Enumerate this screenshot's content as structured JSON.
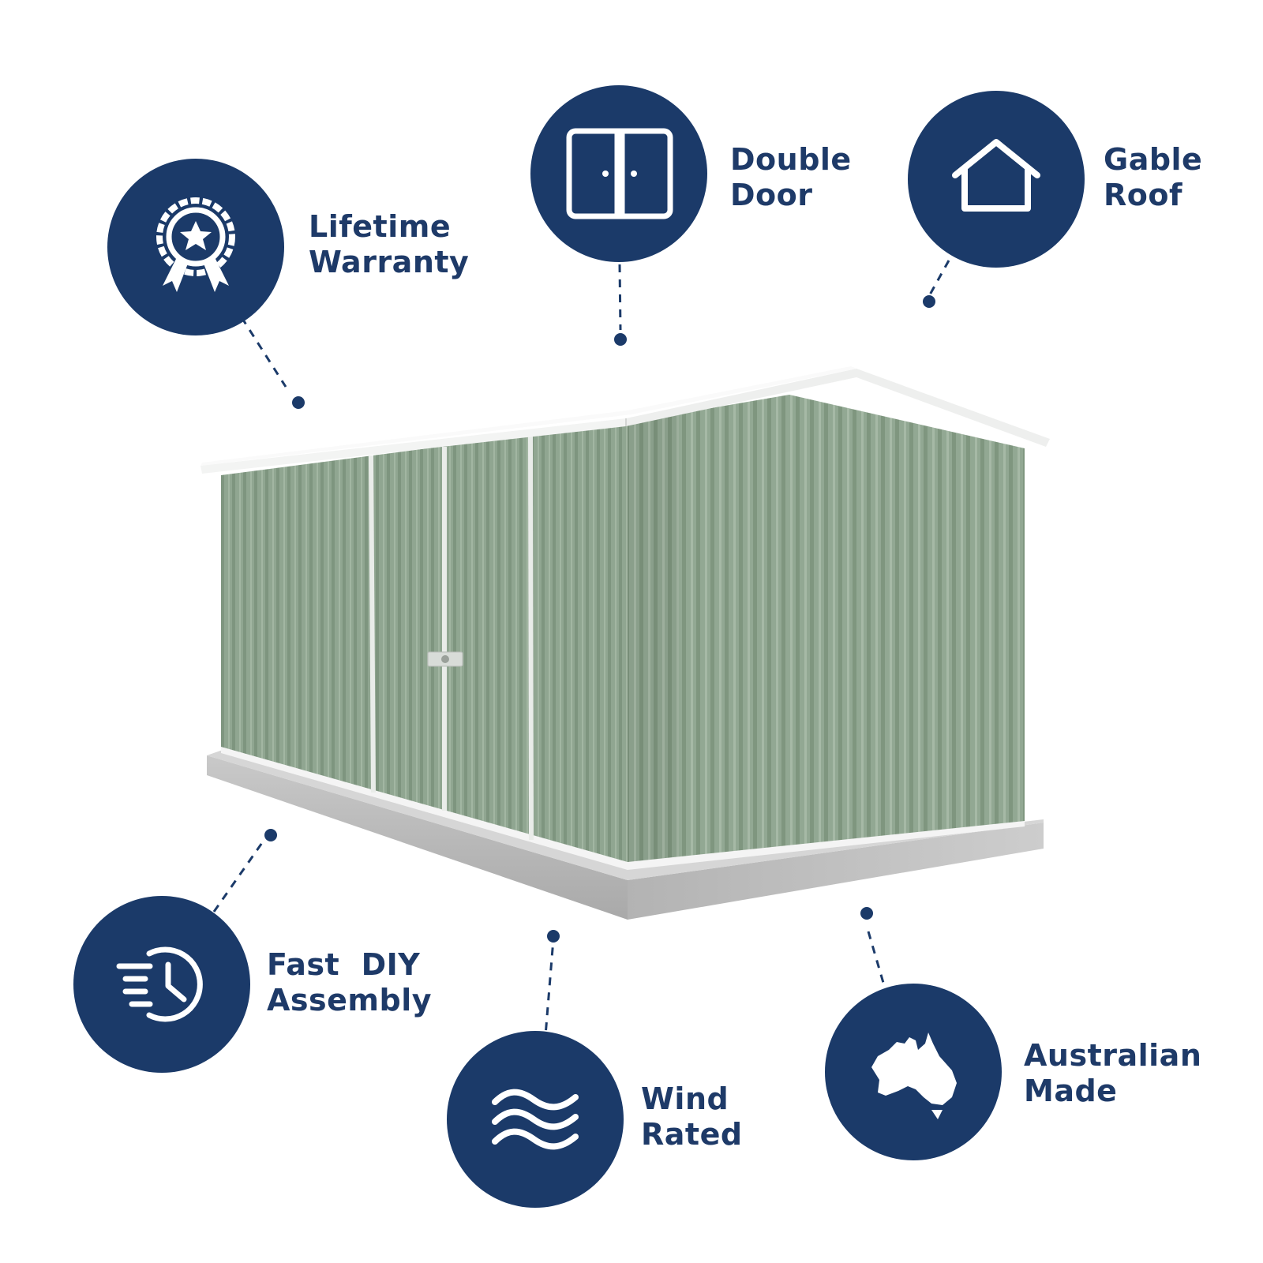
{
  "colors": {
    "badge": "#1b3a69",
    "badge_text": "#1e3a68",
    "icon": "#ffffff",
    "shed_green": "#8fa58f",
    "roof_white": "#f1f2f1",
    "concrete": "#bfbfbf"
  },
  "product": {
    "image": "green-metal-garden-shed-on-concrete-slab"
  },
  "features": [
    {
      "icon": "award-ribbon-star-icon",
      "line1": "Lifetime",
      "line2": "Warranty"
    },
    {
      "icon": "double-door-icon",
      "line1": "Double",
      "line2": "Door"
    },
    {
      "icon": "house-gable-icon",
      "line1": "Gable",
      "line2": "Roof"
    },
    {
      "icon": "fast-clock-icon",
      "line1": "Fast  DIY",
      "line2": "Assembly"
    },
    {
      "icon": "wind-waves-icon",
      "line1": "Wind",
      "line2": "Rated"
    },
    {
      "icon": "australia-map-icon",
      "line1": "Australian",
      "line2": "Made"
    }
  ]
}
